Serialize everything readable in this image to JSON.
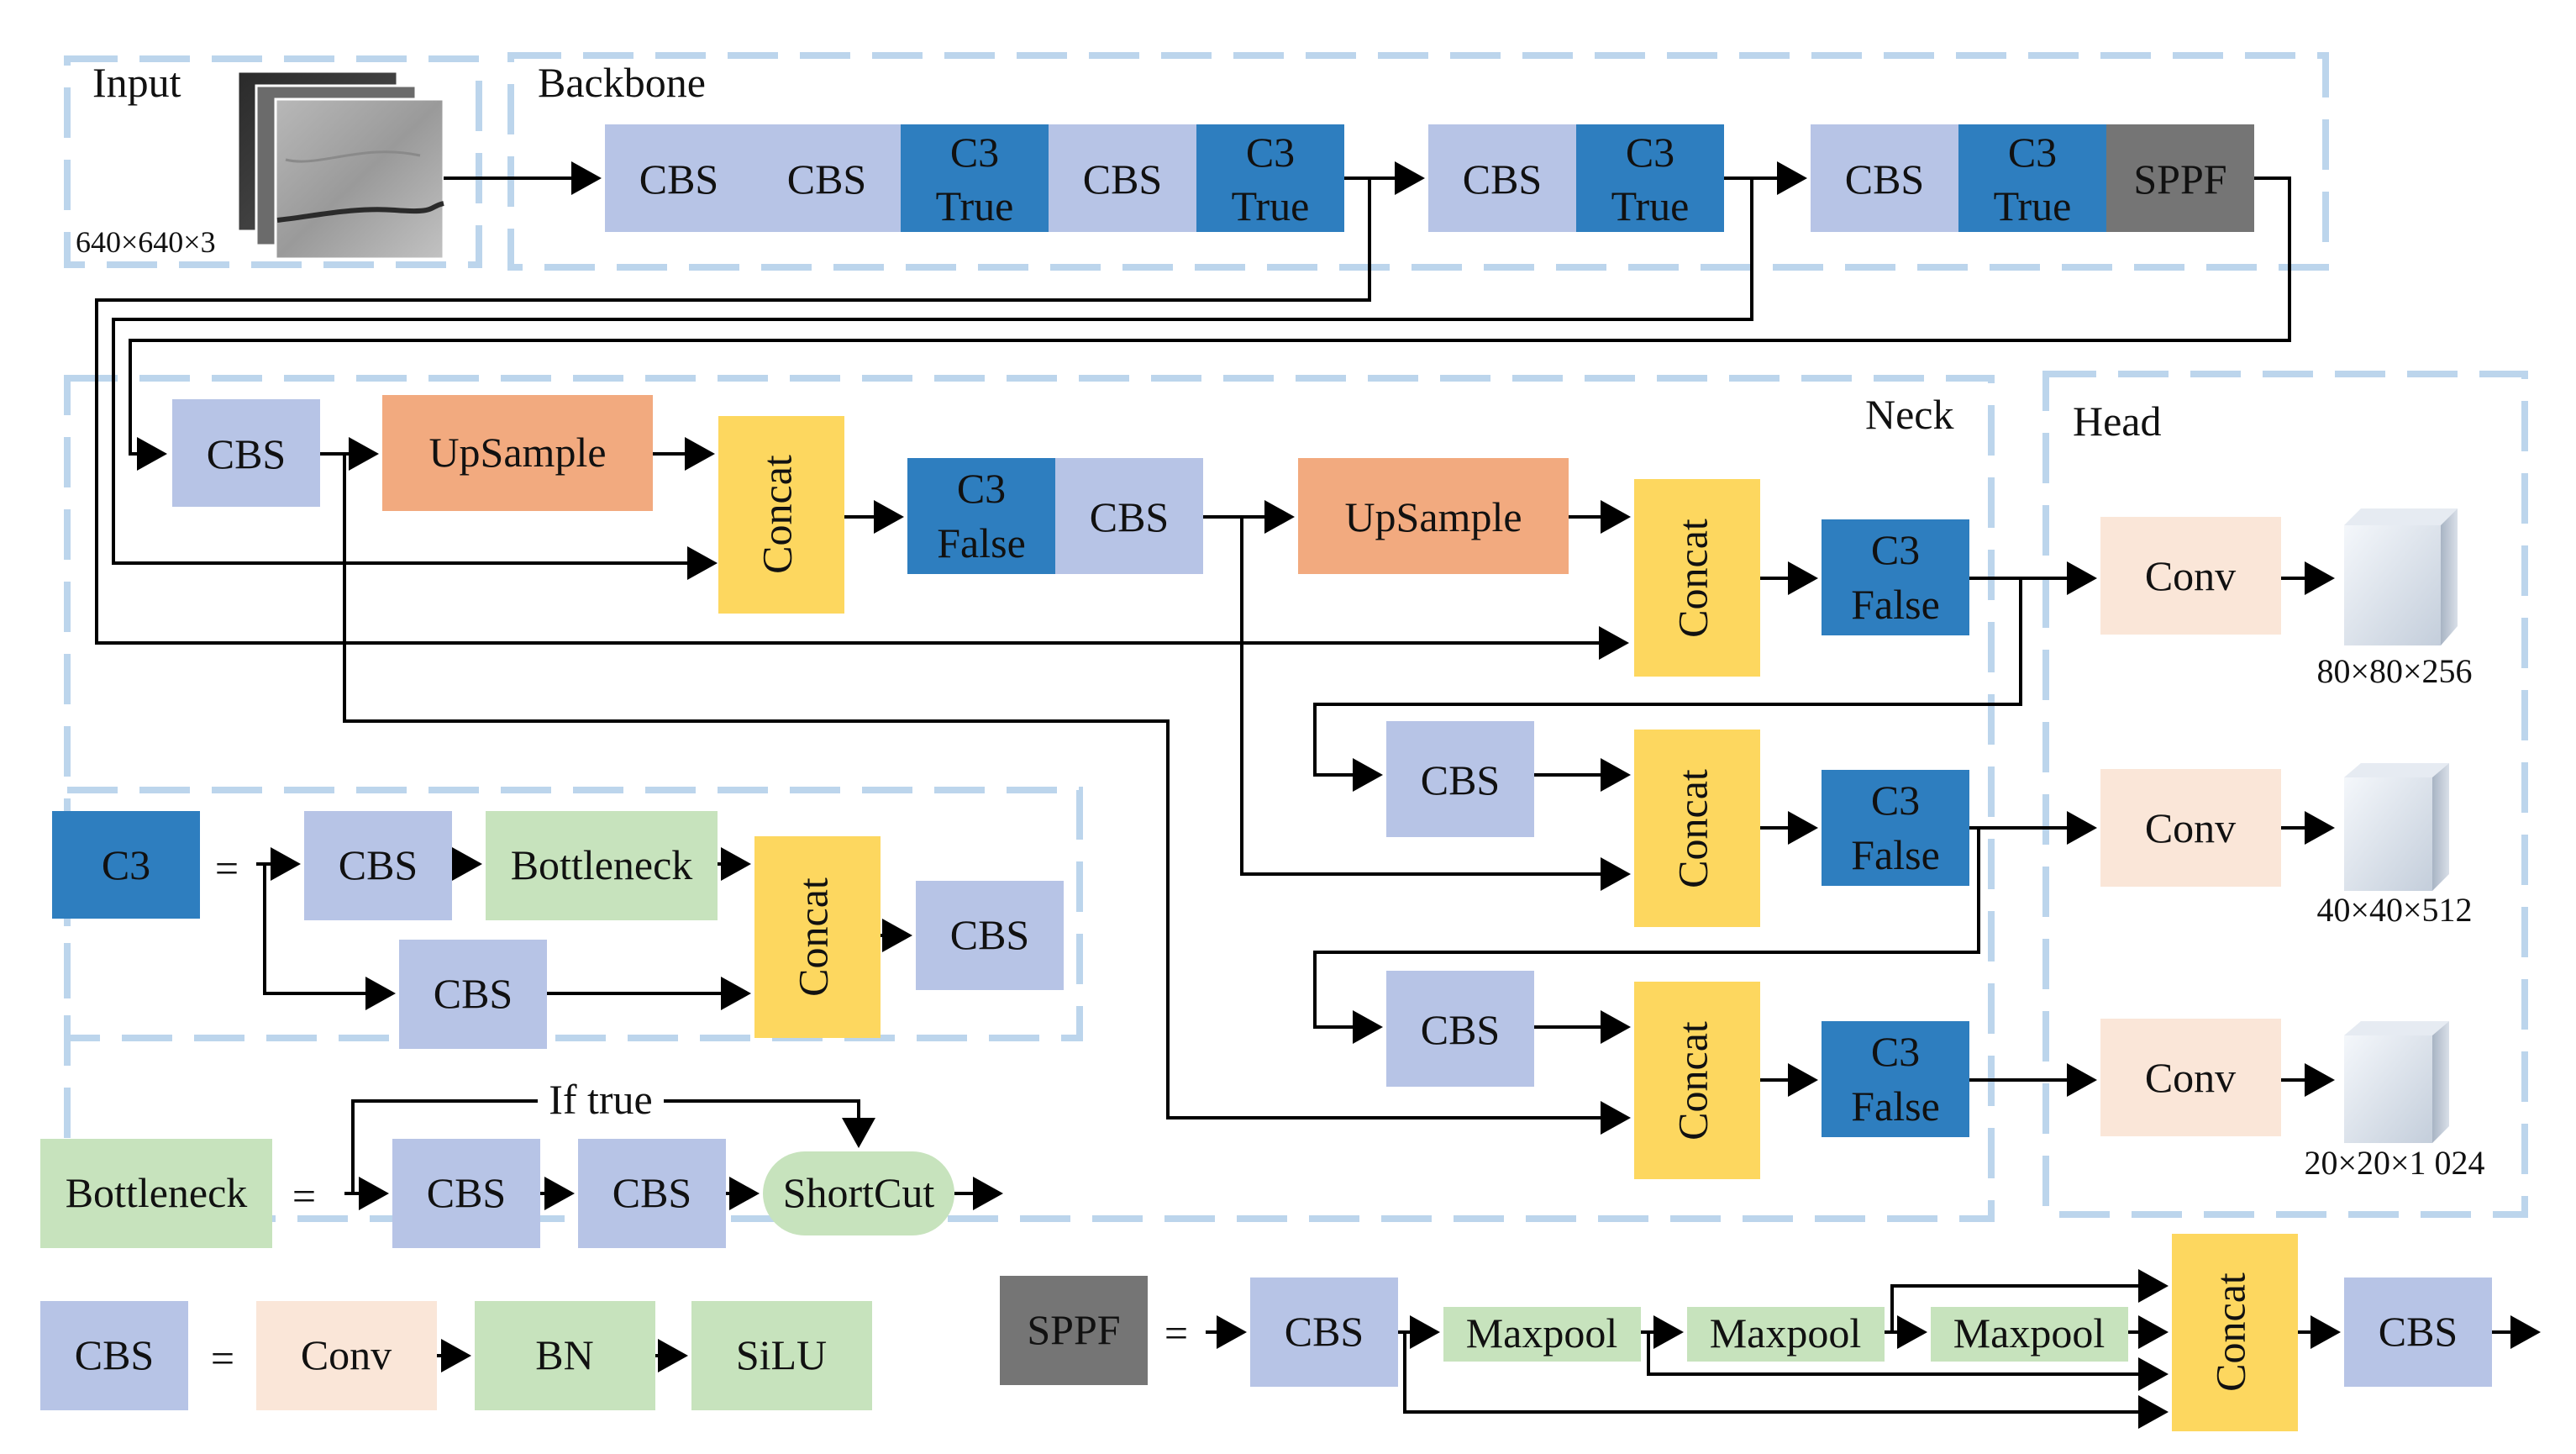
{
  "colors": {
    "cbs": "#b7c4e6",
    "c3": "#2e7ebf",
    "sppf": "#757575",
    "upsample": "#f2aa7f",
    "concat": "#fdd75f",
    "conv": "#fae6d8",
    "bn_silu": "#c7e3bd",
    "dashed_border": "#bcd5ec"
  },
  "regions": {
    "input": "Input",
    "backbone": "Backbone",
    "neck": "Neck",
    "head": "Head"
  },
  "input": {
    "size": "640×640×3"
  },
  "labels": {
    "cbs": "CBS",
    "c3": "C3",
    "true": "True",
    "false": "False",
    "sppf": "SPPF",
    "upsample": "UpSample",
    "concat": "Concat",
    "conv": "Conv",
    "bottleneck": "Bottleneck",
    "bn": "BN",
    "silu": "SiLU",
    "shortcut": "ShortCut",
    "maxpool": "Maxpool",
    "if_true": "If true",
    "equals": "="
  },
  "outputs": [
    "80×80×256",
    "40×40×512",
    "20×20×1 024"
  ],
  "icons": [
    "input-image-stack-icon",
    "feature-map-cube-icon"
  ]
}
